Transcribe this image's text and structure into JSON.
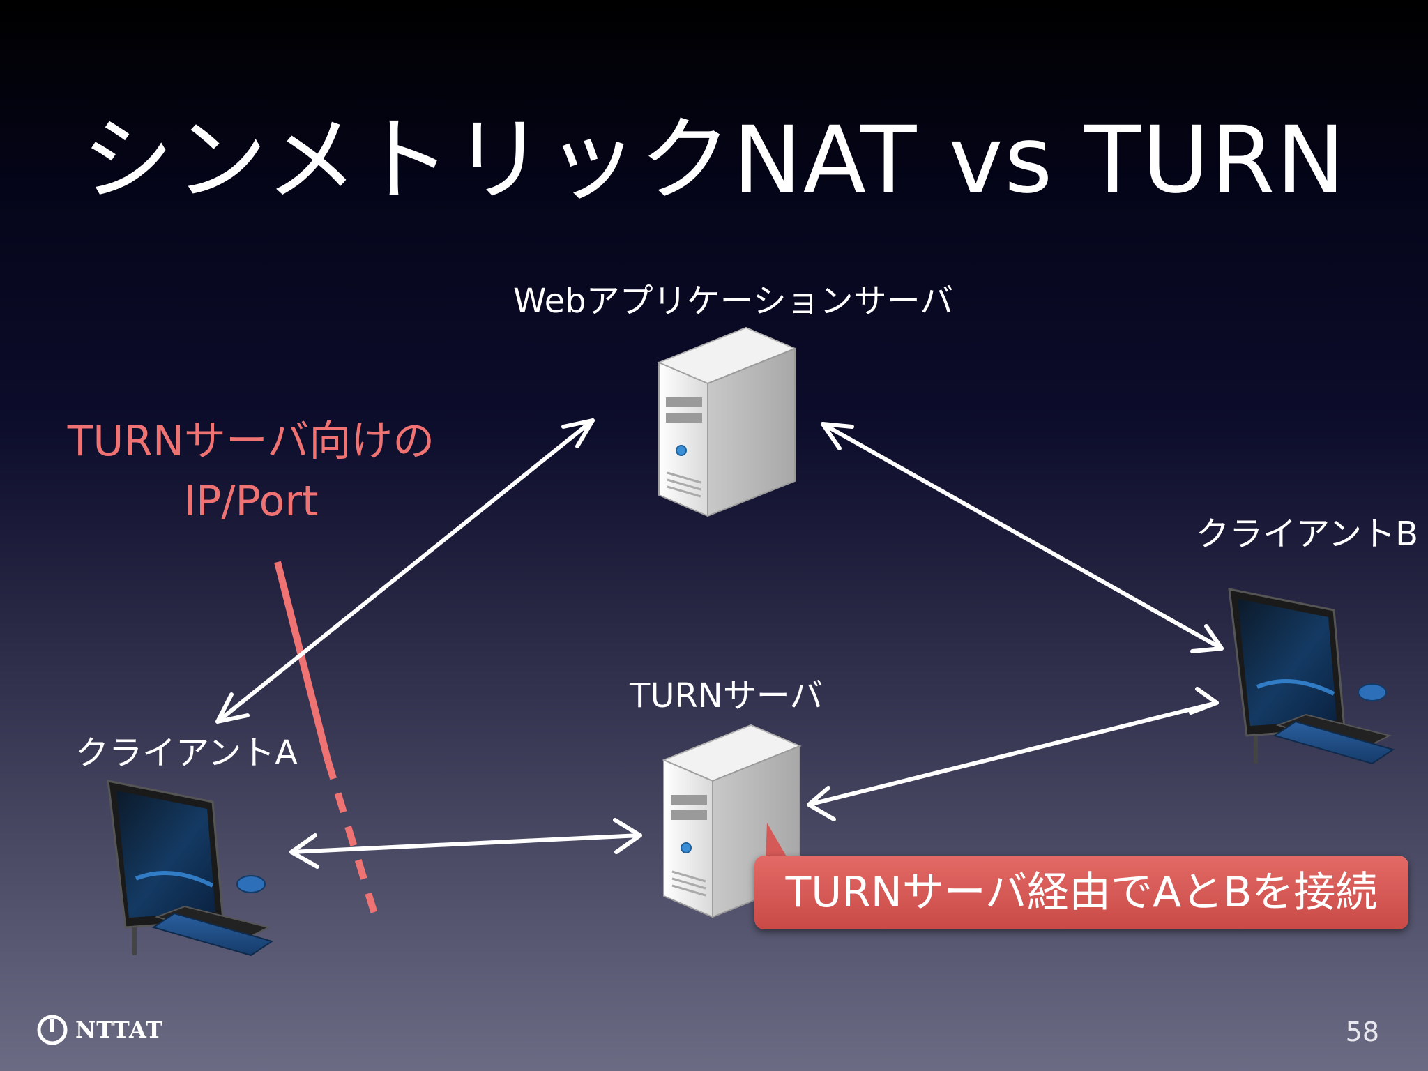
{
  "slide": {
    "title": "シンメトリックNAT vs TURN",
    "page_number": "58",
    "logo_text": "NTTAT"
  },
  "nodes": {
    "web_server_label": "Webアプリケーションサーバ",
    "turn_server_label": "TURNサーバ",
    "client_a_label": "クライアントA",
    "client_b_label": "クライアントB"
  },
  "notes": {
    "nat_note_line1": "TURNサーバ向けの",
    "nat_note_line2": "IP/Port",
    "callout": "TURNサーバ経由でAとBを接続"
  },
  "colors": {
    "note_red": "#f07373",
    "callout_red": "#d35552",
    "arrow": "#ffffff"
  }
}
